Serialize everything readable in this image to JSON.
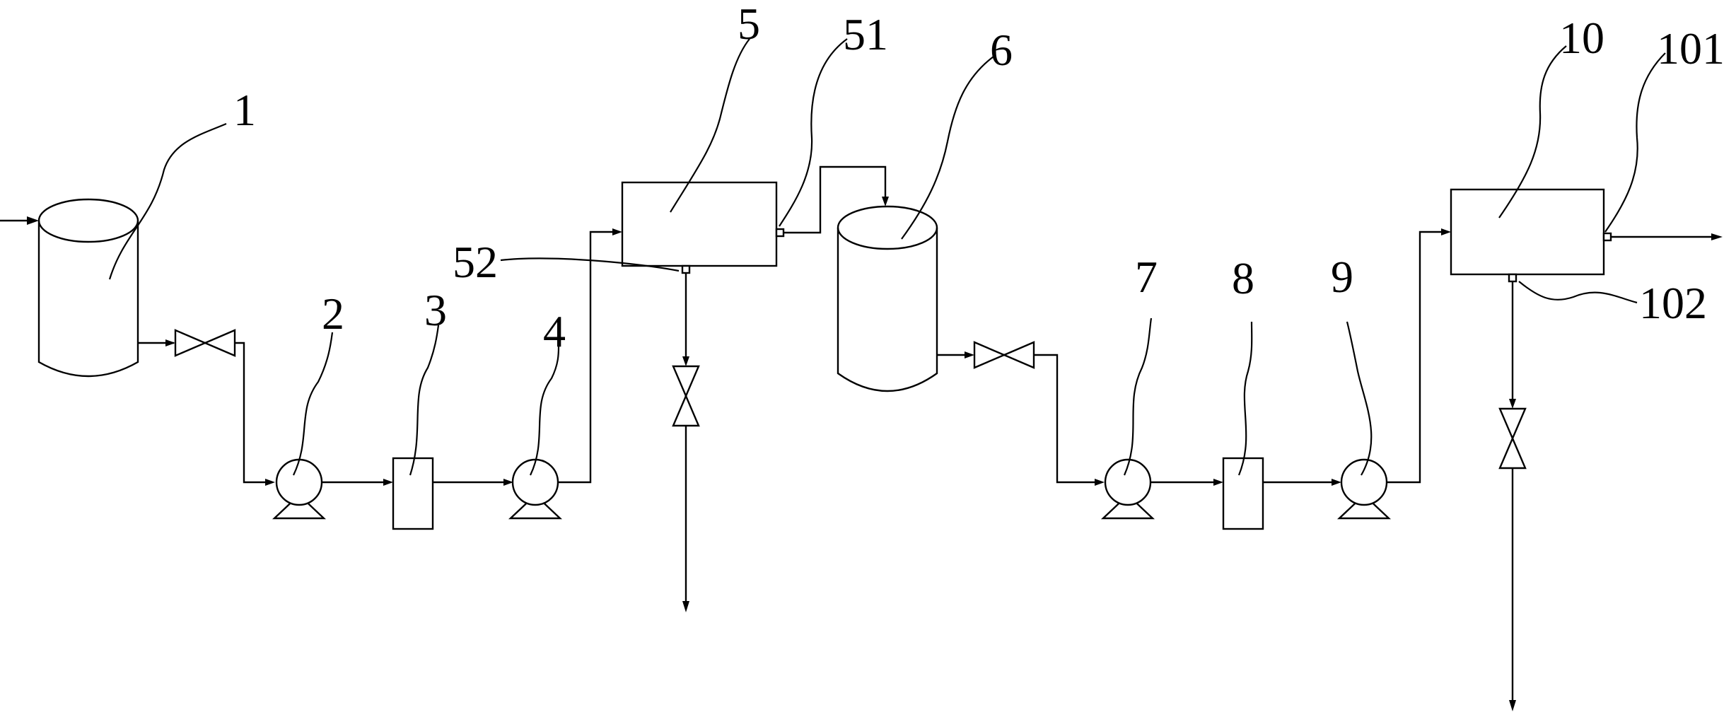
{
  "diagram": {
    "labels": {
      "tank_1": "1",
      "pump_2": "2",
      "filter_3": "3",
      "pump_4": "4",
      "unit_5": "5",
      "outlet_51": "51",
      "outlet_52": "52",
      "tank_6": "6",
      "pump_7": "7",
      "filter_8": "8",
      "pump_9": "9",
      "unit_10": "10",
      "outlet_101": "101",
      "outlet_102": "102"
    }
  }
}
